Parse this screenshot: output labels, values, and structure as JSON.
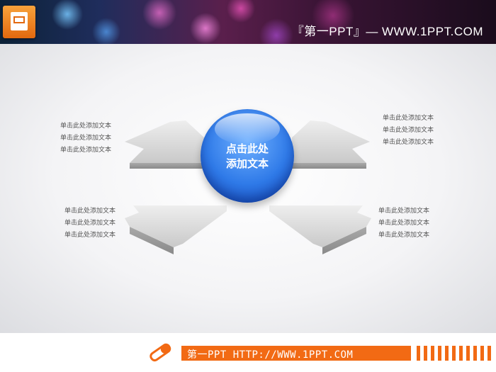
{
  "header": {
    "title": "『第一PPT』— WWW.1PPT.COM",
    "logo_icon": "powerpoint-file-icon"
  },
  "hub": {
    "line1": "点击此处",
    "line2": "添加文本",
    "color": "#2f7ae8"
  },
  "text_groups": {
    "top_left": [
      "单击此处添加文本",
      "单击此处添加文本",
      "单击此处添加文本"
    ],
    "top_right": [
      "单击此处添加文本",
      "单击此处添加文本",
      "单击此处添加文本"
    ],
    "bottom_left": [
      "单击此处添加文本",
      "单击此处添加文本",
      "单击此处添加文本"
    ],
    "bottom_right": [
      "单击此处添加文本",
      "单击此处添加文本",
      "单击此处添加文本"
    ]
  },
  "footer": {
    "text": "第一PPT HTTP://WWW.1PPT.COM",
    "logo_icon": "pencil-eraser-icon",
    "accent": "#f26a14"
  }
}
